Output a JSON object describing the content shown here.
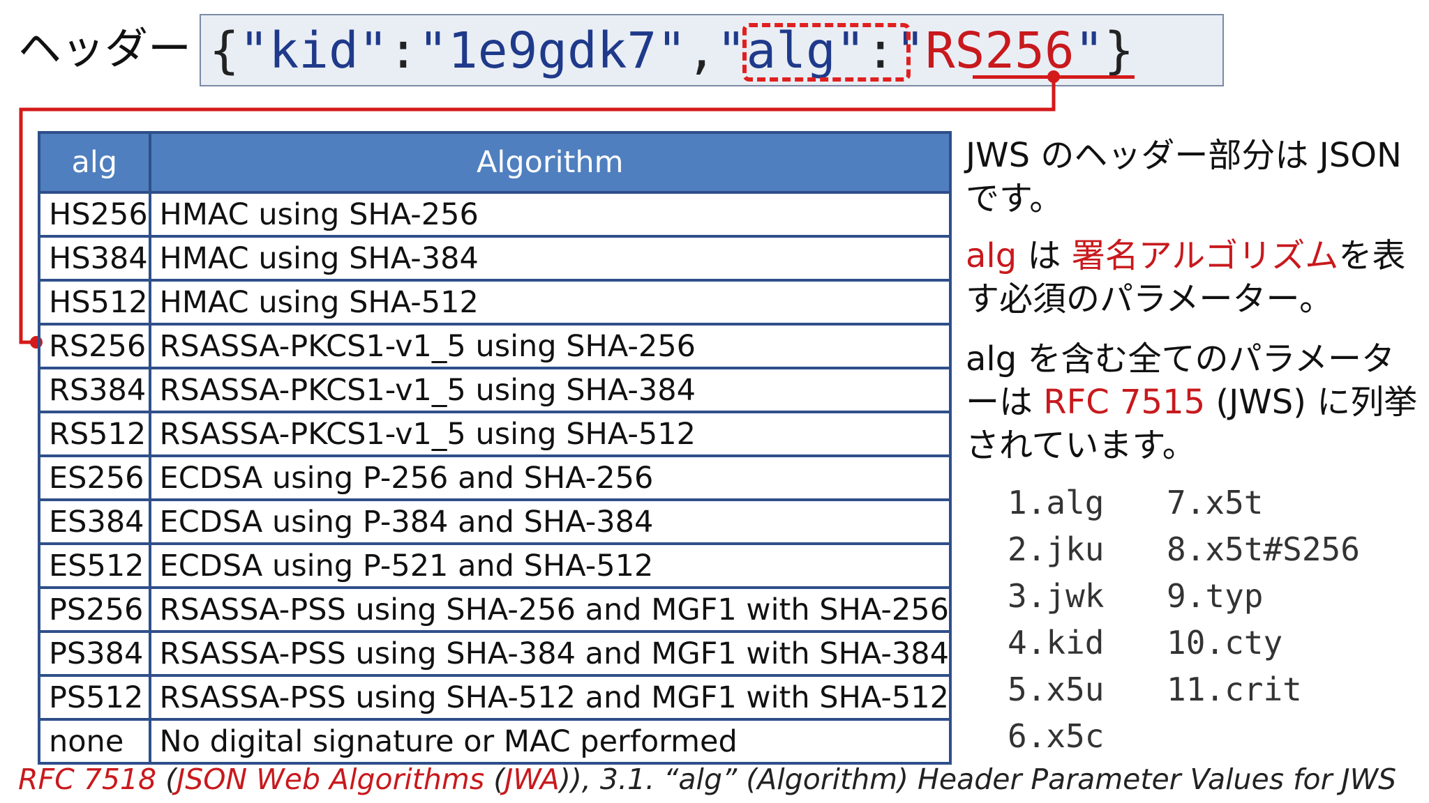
{
  "header": {
    "label": "ヘッダー",
    "code": {
      "open": "{",
      "kid_key": "\"kid\"",
      "colon1": ":",
      "kid_val": "\"1e9gdk7\"",
      "comma": ",",
      "alg_key": "\"alg\"",
      "colon2": ":",
      "alg_val_q1": "\"",
      "alg_val": "RS256",
      "alg_val_q2": "\"",
      "close": "}"
    }
  },
  "table": {
    "columns": [
      "alg",
      "Algorithm"
    ],
    "rows": [
      [
        "HS256",
        "HMAC using SHA-256"
      ],
      [
        "HS384",
        "HMAC using SHA-384"
      ],
      [
        "HS512",
        "HMAC using SHA-512"
      ],
      [
        "RS256",
        "RSASSA-PKCS1-v1_5 using SHA-256"
      ],
      [
        "RS384",
        "RSASSA-PKCS1-v1_5 using SHA-384"
      ],
      [
        "RS512",
        "RSASSA-PKCS1-v1_5 using SHA-512"
      ],
      [
        "ES256",
        "ECDSA using P-256 and SHA-256"
      ],
      [
        "ES384",
        "ECDSA using P-384 and SHA-384"
      ],
      [
        "ES512",
        "ECDSA using P-521 and SHA-512"
      ],
      [
        "PS256",
        "RSASSA-PSS using SHA-256 and MGF1 with SHA-256"
      ],
      [
        "PS384",
        "RSASSA-PSS using SHA-384 and MGF1 with SHA-384"
      ],
      [
        "PS512",
        "RSASSA-PSS using SHA-512 and MGF1 with SHA-512"
      ],
      [
        "none",
        "No digital signature or MAC performed"
      ]
    ]
  },
  "side": {
    "p1": "JWS のヘッダー部分は JSON です。",
    "p2": {
      "a": "alg",
      "b": " は ",
      "c": "署名アルゴリズム",
      "d": "を表す必須のパラメーター。"
    },
    "p3": {
      "a": "alg を含む全てのパラメーターは ",
      "b": "RFC 7515",
      "c": " (JWS) に列挙されています。"
    }
  },
  "params": {
    "col1": [
      "1.alg",
      "2.jku",
      "3.jwk",
      "4.kid",
      "5.x5u",
      "6.x5c"
    ],
    "col2": [
      "7.x5t",
      "8.x5t#S256",
      "9.typ",
      "10.cty",
      "11.crit"
    ]
  },
  "footer": {
    "a": "RFC 7518",
    "b": " (",
    "c": "JSON Web Algorithms",
    "d": " (",
    "e": "JWA",
    "f": ")), 3.1. “alg” (Algorithm) Header Parameter Values for JWS"
  },
  "colors": {
    "accent_red": "#c8191d",
    "table_header": "#4f7fbf",
    "table_border": "#2f4f8a",
    "code_blue": "#1f3a8a",
    "code_bg": "#e9eef5"
  }
}
